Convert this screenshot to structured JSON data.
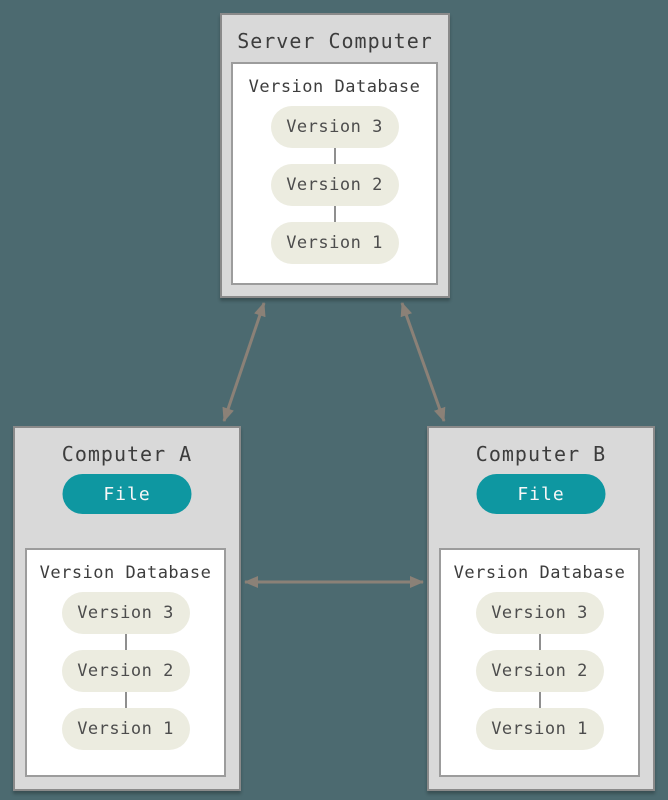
{
  "colors": {
    "background": "#4c6a70",
    "box_fill": "#d9d9d9",
    "box_border": "#8a8a8a",
    "inner_fill": "#ffffff",
    "inner_border": "#9c9c9c",
    "pill_fill": "#ecece0",
    "pill_text": "#4d4d4d",
    "connector": "#8f8f8f",
    "file_fill": "#0e97a1",
    "file_text": "#f7f7f7",
    "arrow": "#8b8177",
    "title_text": "#3d3d3d"
  },
  "server": {
    "title": "Server Computer",
    "database": {
      "title": "Version Database",
      "versions": [
        "Version 3",
        "Version 2",
        "Version 1"
      ]
    }
  },
  "computer_a": {
    "title": "Computer A",
    "file_label": "File",
    "database": {
      "title": "Version Database",
      "versions": [
        "Version 3",
        "Version 2",
        "Version 1"
      ]
    }
  },
  "computer_b": {
    "title": "Computer B",
    "file_label": "File",
    "database": {
      "title": "Version Database",
      "versions": [
        "Version 3",
        "Version 2",
        "Version 1"
      ]
    }
  }
}
